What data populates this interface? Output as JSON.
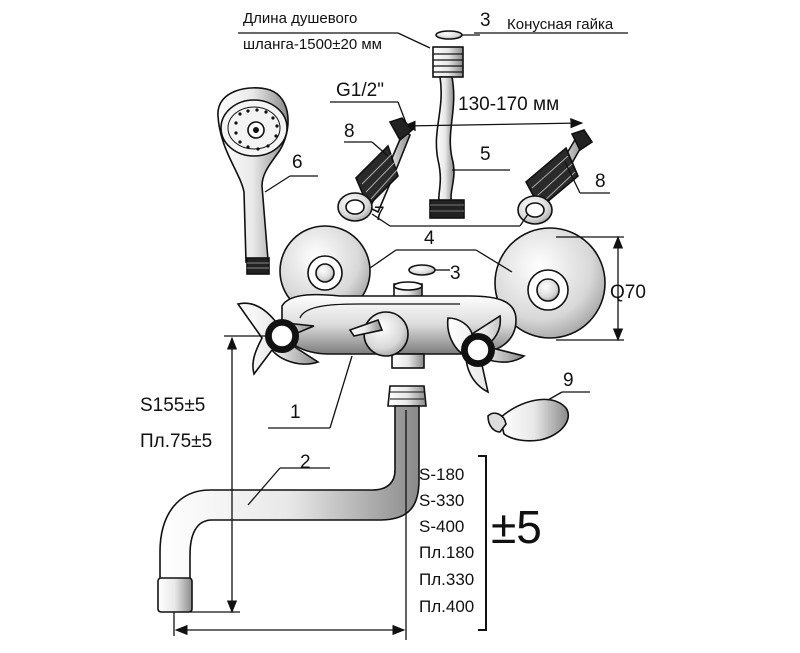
{
  "hose_note": {
    "line1": "Длина душевого",
    "line2": "шланга-1500±20 мм"
  },
  "nut_label": "Конусная гайка",
  "thread_label": "G1/2\"",
  "spacing_label": "130-170 мм",
  "diameter_label": "Q70",
  "height_labels": {
    "s": "S155±5",
    "pl": "Пл.75±5"
  },
  "spout_lengths": [
    "S-180",
    "S-330",
    "S-400",
    "Пл.180",
    "Пл.330",
    "Пл.400"
  ],
  "tolerance": "±5",
  "callouts": {
    "n1": "1",
    "n2": "2",
    "n3a": "3",
    "n3b": "3",
    "n4": "4",
    "n5": "5",
    "n6": "6",
    "n7": "7",
    "n8a": "8",
    "n8b": "8",
    "n9": "9"
  }
}
